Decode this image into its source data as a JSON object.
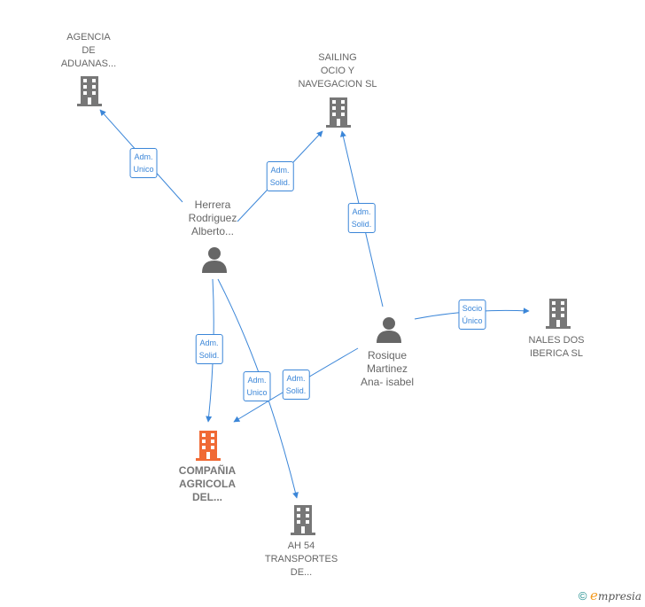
{
  "nodes": {
    "agencia": {
      "line1": "AGENCIA",
      "line2": "DE",
      "line3": "ADUANAS..."
    },
    "sailing": {
      "line1": "SAILING",
      "line2": "OCIO Y",
      "line3": "NAVEGACION SL"
    },
    "herrera": {
      "line1": "Herrera",
      "line2": "Rodriguez",
      "line3": "Alberto..."
    },
    "rosique": {
      "line1": "Rosique",
      "line2": "Martinez",
      "line3": "Ana- isabel"
    },
    "nales": {
      "line1": "NALES DOS",
      "line2": "IBERICA SL"
    },
    "compania": {
      "line1": "COMPAÑIA",
      "line2": "AGRICOLA",
      "line3": "DEL..."
    },
    "ah54": {
      "line1": "AH 54",
      "line2": "TRANSPORTES",
      "line3": "DE..."
    }
  },
  "relations": {
    "herrera_agencia": {
      "line1": "Adm.",
      "line2": "Unico"
    },
    "herrera_sailing": {
      "line1": "Adm.",
      "line2": "Solid."
    },
    "rosique_sailing": {
      "line1": "Adm.",
      "line2": "Solid."
    },
    "rosique_nales": {
      "line1": "Socio",
      "line2": "Único"
    },
    "herrera_compania": {
      "line1": "Adm.",
      "line2": "Solid."
    },
    "herrera_ah54": {
      "line1": "Adm.",
      "line2": "Unico"
    },
    "rosique_compania": {
      "line1": "Adm.",
      "line2": "Solid."
    }
  },
  "footer": {
    "copyright": "©",
    "brand_e": "e",
    "brand_rest": "mpresia"
  },
  "colors": {
    "edge": "#3b86d8",
    "company_icon": "#777777",
    "main_company_icon": "#f06a35",
    "person_icon": "#666666"
  }
}
